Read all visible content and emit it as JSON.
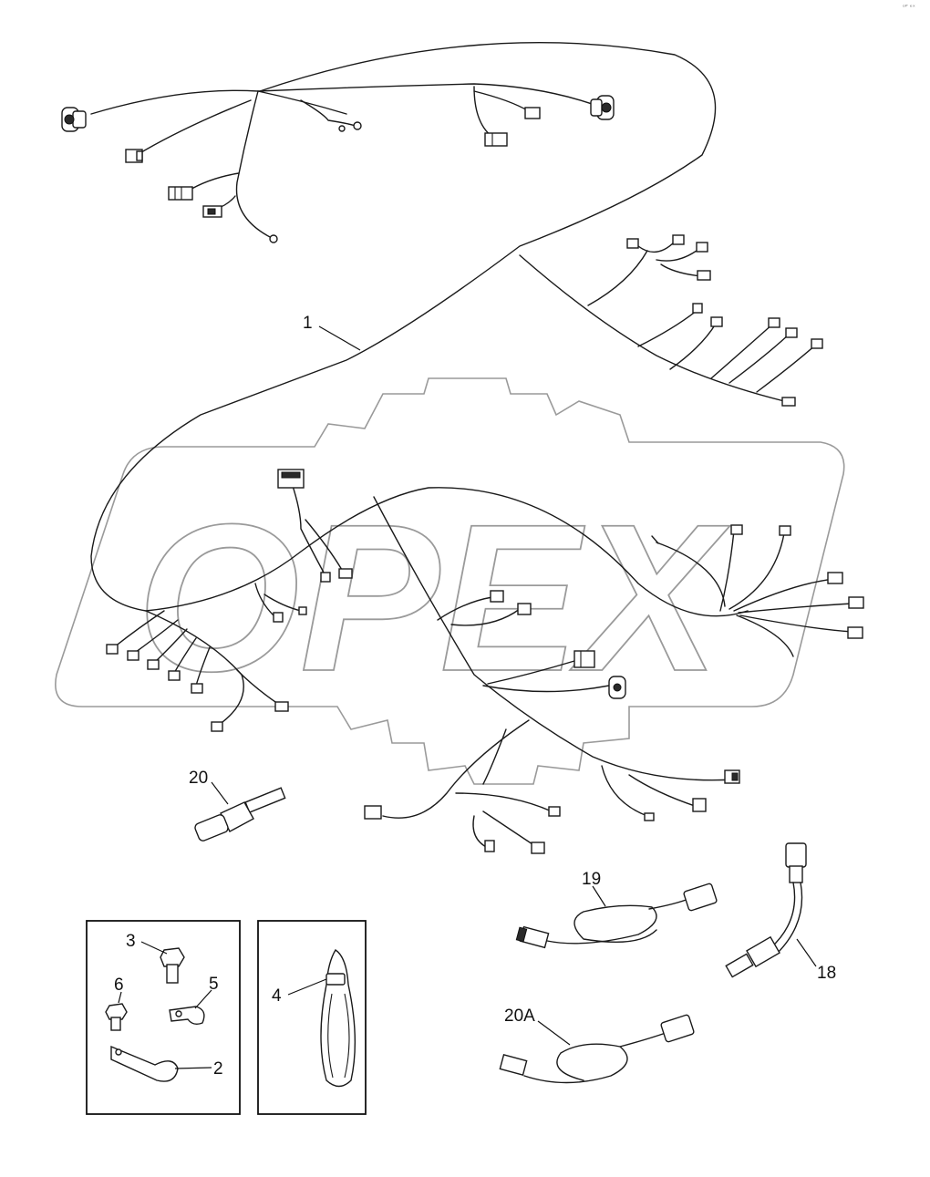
{
  "diagram": {
    "watermark_text": "OPEX",
    "corner_mark": "ᵒᴾ ᵉˣ",
    "callouts": {
      "c1": "1",
      "c2": "2",
      "c3": "3",
      "c4": "4",
      "c5": "5",
      "c6": "6",
      "c18": "18",
      "c19": "19",
      "c20": "20",
      "c20a": "20A"
    }
  }
}
